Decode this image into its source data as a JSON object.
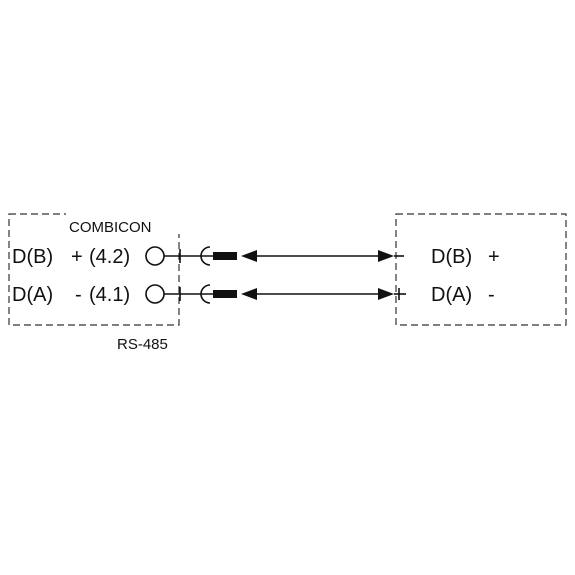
{
  "left_block": {
    "header": "COMBICON",
    "footer": "RS-485",
    "rows": [
      {
        "signal": "D(B)",
        "polarity": "+",
        "pin": "(4.2)"
      },
      {
        "signal": "D(A)",
        "polarity": "-",
        "pin": "(4.1)"
      }
    ]
  },
  "right_block": {
    "rows": [
      {
        "signal": "D(B)",
        "polarity": "+"
      },
      {
        "signal": "D(A)",
        "polarity": "-"
      }
    ]
  },
  "colors": {
    "line": "#111111",
    "frame": "#333333",
    "background": "#ffffff"
  }
}
